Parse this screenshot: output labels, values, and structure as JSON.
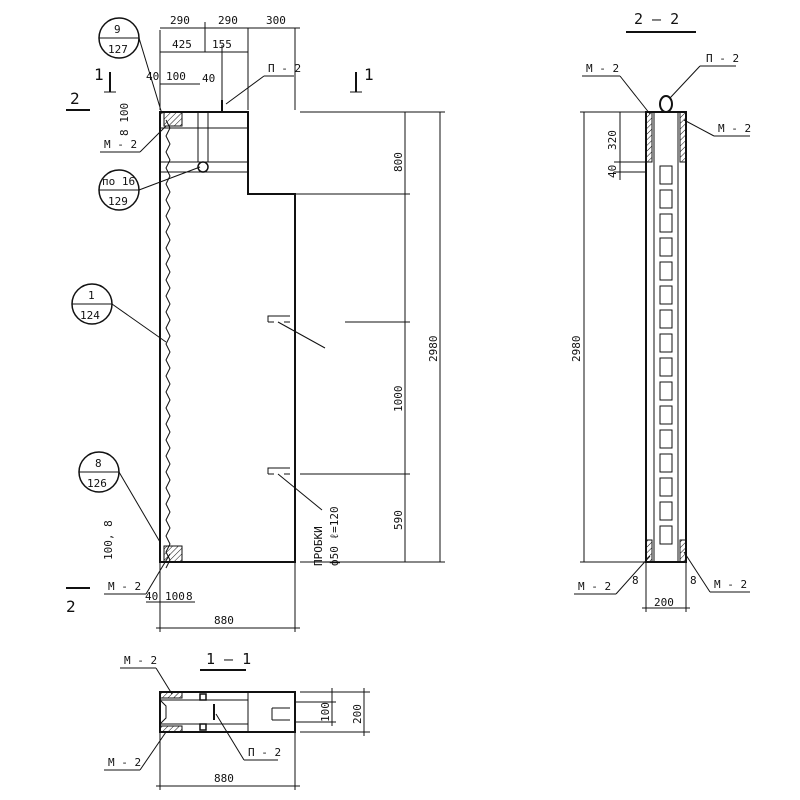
{
  "sections": {
    "s22": "2 – 2",
    "s11": "1 – 1",
    "cut1": "1",
    "cut2": "2"
  },
  "callouts": {
    "c9": {
      "top": "9",
      "bottom": "127"
    },
    "c1": {
      "top": "1",
      "bottom": "124"
    },
    "c8": {
      "top": "8",
      "bottom": "126"
    },
    "cpo": {
      "top": "по 16",
      "bottom": "129"
    }
  },
  "labels": {
    "m2": "М - 2",
    "p2": "П - 2",
    "plugs": "ПРОБКИ",
    "plugs_spec": "ф50  ℓ=120"
  },
  "dims": {
    "d290a": "290",
    "d290b": "290",
    "d300": "300",
    "d425": "425",
    "d155": "155",
    "d40": "40",
    "d100": "100",
    "d8": "8",
    "d800": "800",
    "d2980": "2980",
    "d1000": "1000",
    "d590": "590",
    "d880": "880",
    "d320": "320",
    "d200": "200",
    "d100_8": "100, 8",
    "d8_100": "8 100"
  }
}
